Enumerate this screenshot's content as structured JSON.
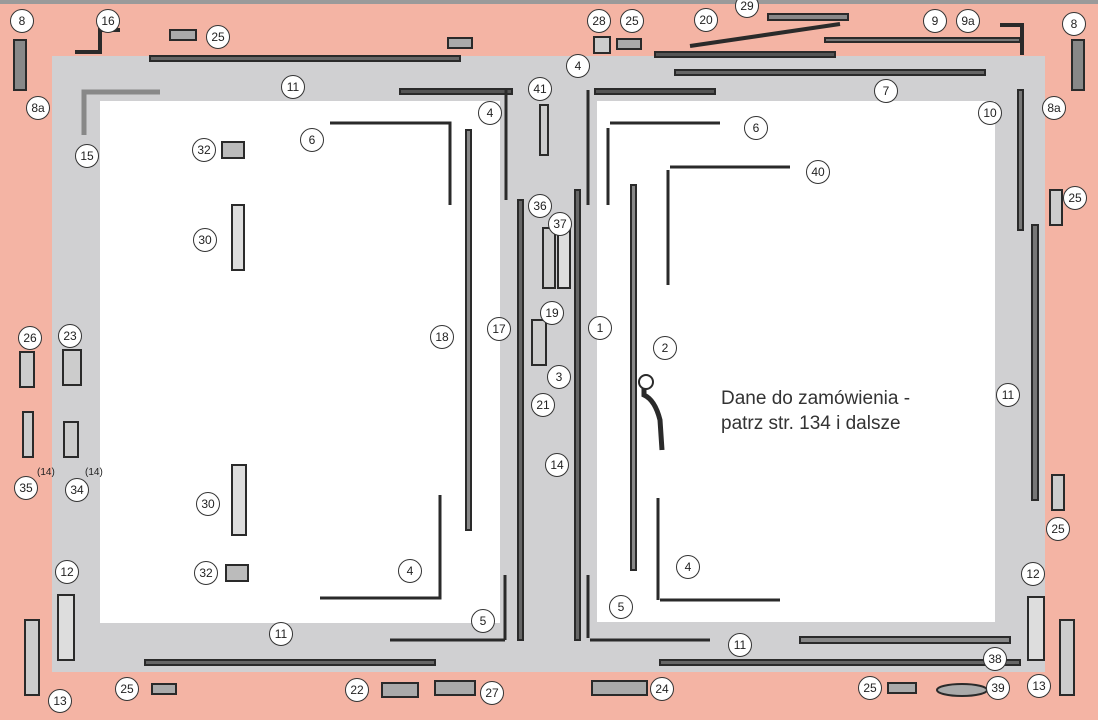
{
  "colors": {
    "frame_outer": "#F4B4A4",
    "frame_inner": "#D0D0D2",
    "glass": "#FFFFFF",
    "hardware": "#2A2A2A",
    "hardware_light": "#9A9A9A"
  },
  "note": {
    "line1": "Dane do zamówienia -",
    "line2": "patrz str. 134 i dalsze"
  },
  "subnotes": [
    "(14)",
    "(14)"
  ],
  "labels": [
    "8",
    "16",
    "25",
    "28",
    "25",
    "20",
    "29",
    "9",
    "9a",
    "8",
    "8a",
    "11",
    "4",
    "41",
    "4",
    "7",
    "8a",
    "10",
    "15",
    "32",
    "6",
    "6",
    "40",
    "25",
    "30",
    "36",
    "37",
    "19",
    "18",
    "17",
    "1",
    "2",
    "26",
    "23",
    "3",
    "21",
    "11",
    "35",
    "34",
    "14",
    "30",
    "25",
    "32",
    "4",
    "4",
    "12",
    "12",
    "5",
    "5",
    "11",
    "11",
    "38",
    "13",
    "25",
    "22",
    "27",
    "24",
    "25",
    "39",
    "13"
  ]
}
